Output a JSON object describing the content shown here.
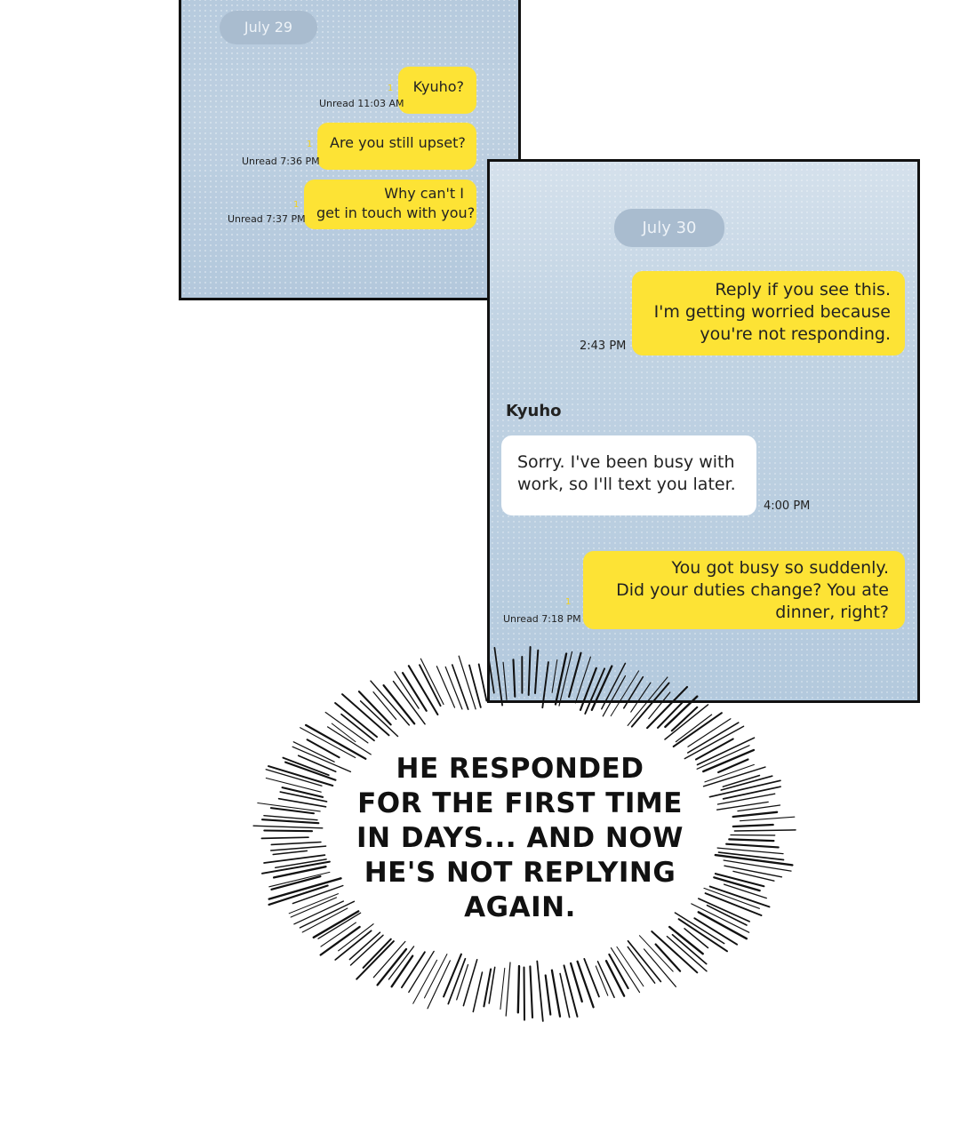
{
  "panel_1": {
    "date": "July 29",
    "messages": [
      {
        "text_lines": [
          "Kyuho?"
        ],
        "meta": "Unread 11:03 AM"
      },
      {
        "text_lines": [
          "Are you still upset?"
        ],
        "meta": "Unread 7:36 PM"
      },
      {
        "text_lines": [
          "Why can't I",
          "get in touch with you?"
        ],
        "meta": "Unread 7:37 PM"
      }
    ]
  },
  "panel_2": {
    "date": "July 30",
    "sent_1": {
      "text_lines": [
        "Reply if you see this.",
        "I'm getting worried because",
        "you're not responding."
      ],
      "time": "2:43 PM"
    },
    "sender_name": "Kyuho",
    "received": {
      "text_lines": [
        "Sorry. I've been busy with",
        "work, so I'll text you later."
      ],
      "time": "4:00 PM"
    },
    "sent_2": {
      "text_lines": [
        "You got busy so suddenly.",
        "Did your duties change? You ate",
        "dinner, right?"
      ],
      "meta": "Unread 7:18 PM"
    }
  },
  "caption": {
    "lines": [
      "HE RESPONDED",
      "FOR THE FIRST TIME",
      "IN DAYS... AND NOW",
      "HE'S NOT REPLYING",
      "AGAIN."
    ]
  },
  "colors": {
    "sent_bubble": "#fde335",
    "received_bubble": "#ffffff",
    "chat_background": "#b9cddf",
    "panel_border": "#111111"
  }
}
